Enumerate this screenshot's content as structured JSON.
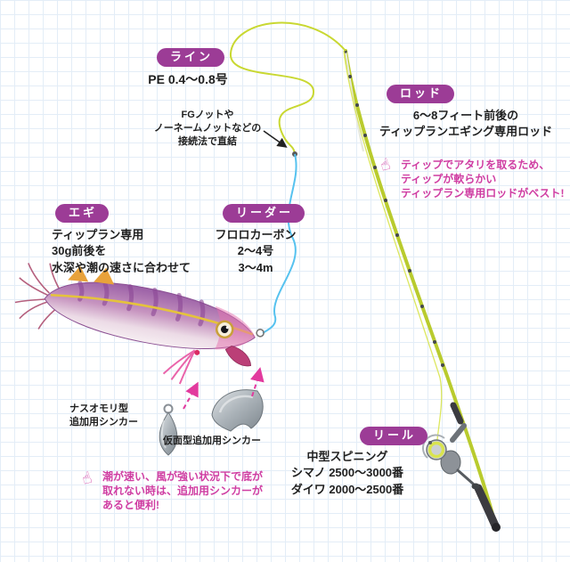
{
  "palette": {
    "label_bg": "#9c3c96",
    "note_pink": "#cf3da2",
    "pe_line_yellow": "#c9d832",
    "leader_blue": "#56c2ef",
    "rod_chartreuse": "#b9cb2e",
    "grid_blue": "#e3edf7"
  },
  "icons": {
    "pointing_hand": "☝"
  },
  "callouts": {
    "line": {
      "label": "ライン",
      "spec": "PE 0.4〜0.8号"
    },
    "knot": {
      "lines": [
        "FGノットや",
        "ノーネームノットなどの",
        "接続法で直結"
      ]
    },
    "rod": {
      "label": "ロッド",
      "desc_lines": [
        "6〜8フィート前後の",
        "ティップランエギング専用ロッド"
      ],
      "note_lines": [
        "ティップでアタリを取るため、",
        "ティップが軟らかい",
        "ティップラン専用ロッドがベスト!"
      ]
    },
    "egi": {
      "label": "エギ",
      "desc_lines": [
        "ティップラン専用",
        "30g前後を",
        "水深や潮の速さに合わせて"
      ]
    },
    "leader": {
      "label": "リーダー",
      "desc_lines": [
        "フロロカーボン",
        "2〜4号",
        "3〜4m"
      ]
    },
    "sinkers": {
      "nasu_label_lines": [
        "ナスオモリ型",
        "追加用シンカー"
      ],
      "mask_label": "仮面型追加用シンカー",
      "note_lines": [
        "潮が速い、風が強い状況下で底が",
        "取れない時は、追加用シンカーが",
        "あると便利!"
      ]
    },
    "reel": {
      "label": "リール",
      "desc_lines": [
        "中型スピニング",
        "シマノ 2500〜3000番",
        "ダイワ 2000〜2500番"
      ]
    }
  }
}
